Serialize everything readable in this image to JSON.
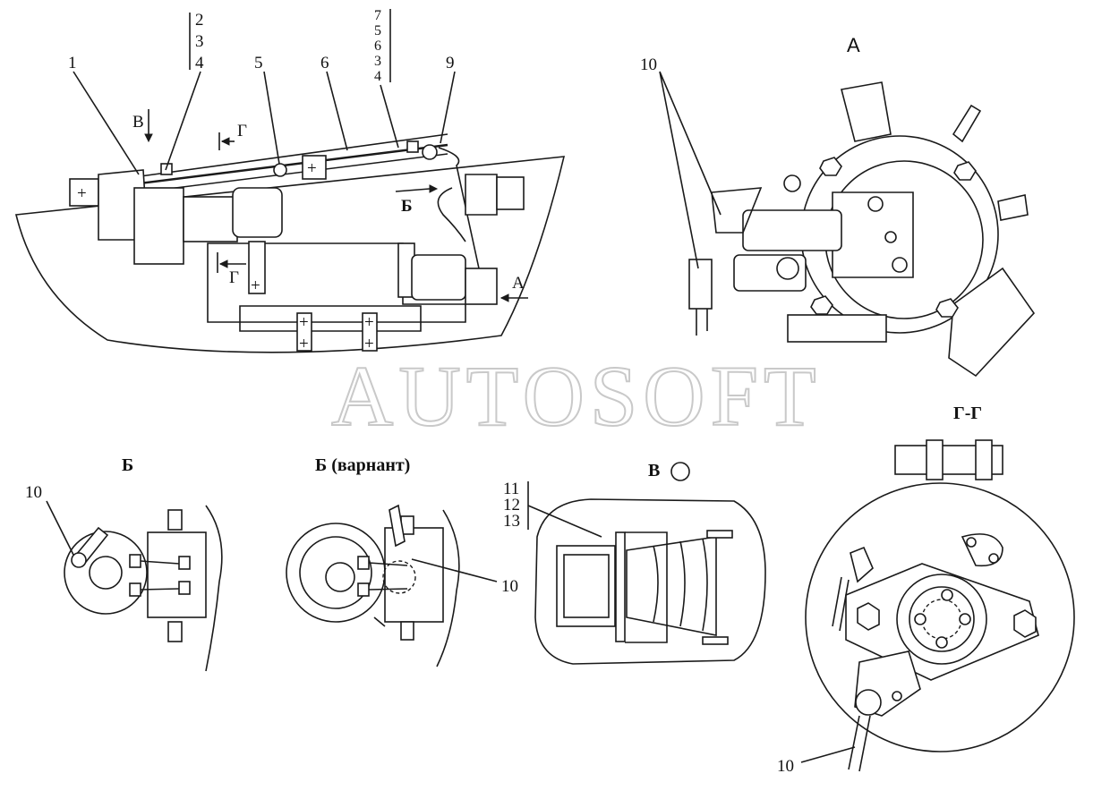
{
  "watermark": "AUTOSOFT",
  "views": {
    "main": {
      "callouts": [
        "1",
        "2",
        "3",
        "4",
        "5",
        "6",
        "7",
        "5",
        "6",
        "3",
        "4",
        "9"
      ],
      "arrows": {
        "v": "В",
        "g_top": "Г",
        "b": "Б",
        "g_bottom": "Г",
        "a": "А"
      }
    },
    "view_a": {
      "title": "А",
      "callout": "10"
    },
    "view_b": {
      "title": "Б",
      "callout": "10"
    },
    "view_b_variant": {
      "title": "Б (варнант)",
      "callout": "10"
    },
    "view_v": {
      "title": "В",
      "callouts": [
        "11",
        "12",
        "13"
      ]
    },
    "section_gg": {
      "title": "Г-Г",
      "callout": "10"
    }
  }
}
